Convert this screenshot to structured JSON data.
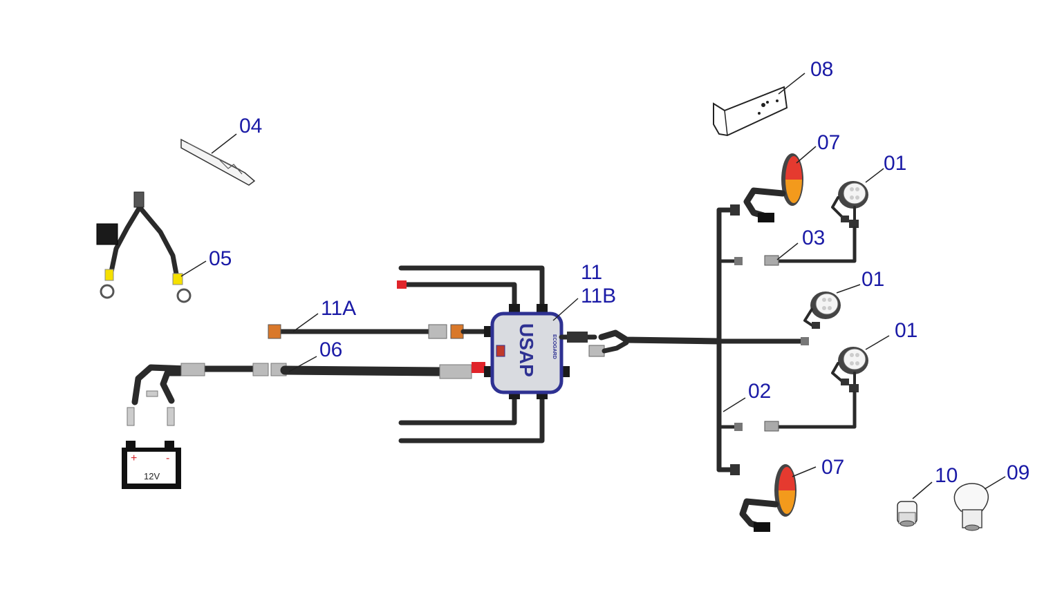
{
  "diagram": {
    "callouts": {
      "c04": "04",
      "c05": "05",
      "c08": "08",
      "c07_top": "07",
      "c01_top": "01",
      "c03": "03",
      "c11": "11",
      "c11b": "11B",
      "c11a": "11A",
      "c06": "06",
      "c01_mid": "01",
      "c01_low": "01",
      "c02": "02",
      "c07_bottom": "07",
      "c10": "10",
      "c09": "09"
    },
    "module": {
      "label": "USAP",
      "brand": "ECOGARD"
    },
    "battery": {
      "voltage": "12V",
      "plus": "+",
      "minus": "-"
    },
    "colors": {
      "callout": "#1a1aa6",
      "cable": "#2a2a2a",
      "module_fill": "#d9dbe0",
      "module_border": "#2e3192",
      "connector_orange": "#d9782a",
      "connector_red": "#e0242a",
      "ring_terminal_yellow": "#f5e000",
      "lamp_red": "#e53a2f",
      "lamp_amber": "#f39a1c"
    }
  }
}
